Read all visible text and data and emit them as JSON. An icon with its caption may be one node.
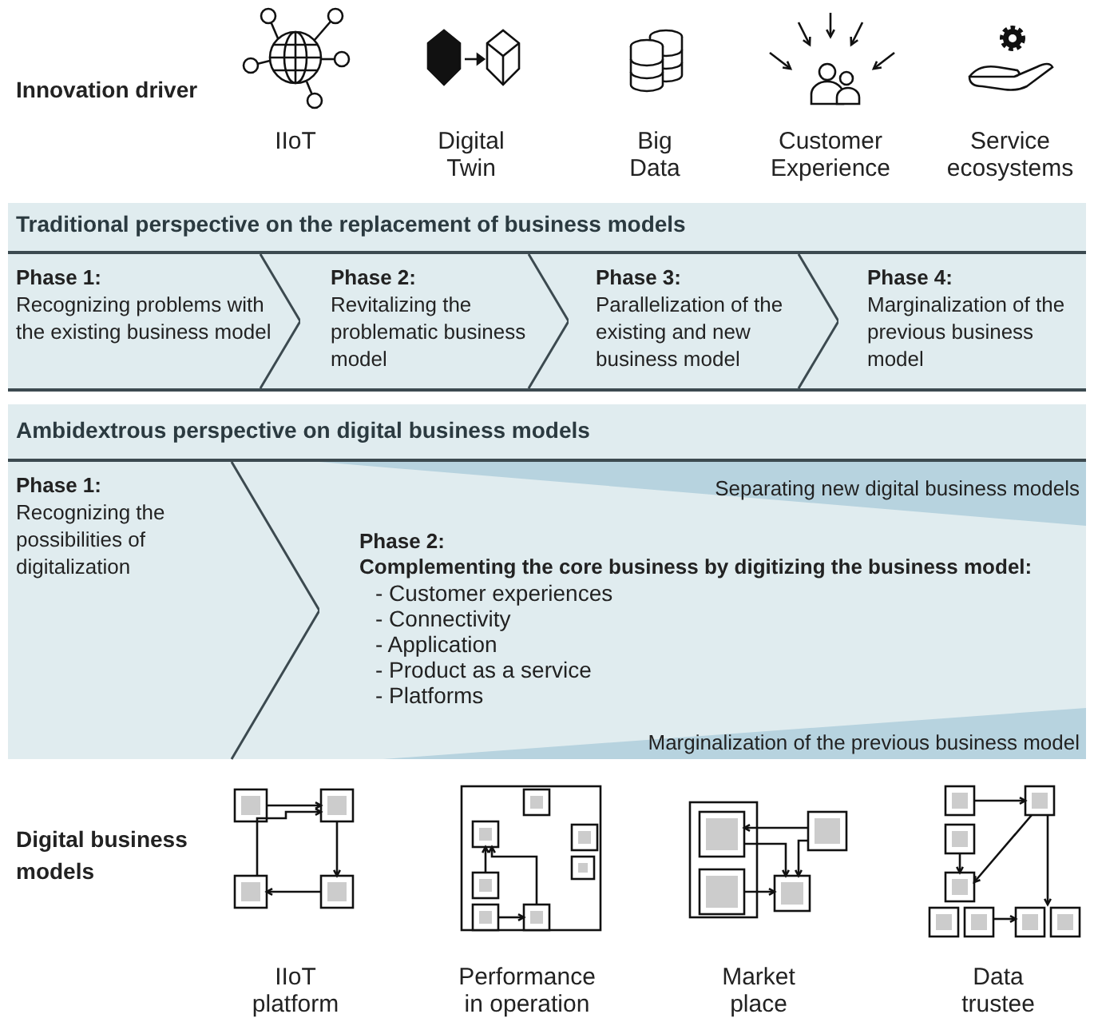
{
  "diagram": {
    "nodes": [
      {
        "text": [
          "Traditional perspective on the replacement of business models"
        ]
      },
      {
        "text": [
          "Phase 1:",
          "Recognizing problems with the existing business model"
        ],
        "in": 0
      },
      {
        "text": [
          "Phase 2:",
          "Revitalizing the problematic business model"
        ],
        "in": 0
      },
      {
        "text": [
          "Phase 3:",
          "Parallelization of the existing and new business model"
        ],
        "in": 0
      },
      {
        "text": [
          "Phase 4:",
          "Marginalization of the previous business model"
        ],
        "in": 0
      },
      {
        "text": [
          "Ambidextrous perspective on digital business models"
        ]
      },
      {
        "text": [
          "Phase 1:",
          "Recognizing the possibilities of digitalization"
        ],
        "in": 5
      },
      {
        "text": [
          "Phase 2:",
          "Complementing the core business by digitizing the business model:",
          "- Customer experiences",
          "- Connectivity",
          "- Application",
          "- Product as a service",
          "- Platforms"
        ],
        "in": 5
      },
      {
        "text": [
          "Separating new digital business models"
        ],
        "in": 7
      },
      {
        "text": [
          "Marginalization of the previous business model"
        ],
        "in": 7
      }
    ],
    "labels": [
      "Innovation driver",
      "IIoT",
      "Digital Twin",
      "Big Data",
      "Customer Experience",
      "Service ecosystems",
      "Digital business models",
      "IIoT platform",
      "Performance in operation",
      "Market place",
      "Data trustee"
    ]
  }
}
